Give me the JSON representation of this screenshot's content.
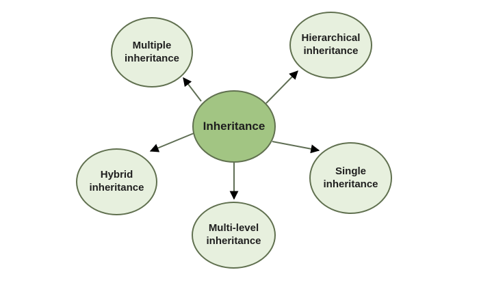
{
  "diagram": {
    "center": {
      "label": "Inheritance"
    },
    "nodes": [
      {
        "id": "multiple",
        "label": "Multiple inheritance"
      },
      {
        "id": "hierarchical",
        "label": "Hierarchical inheritance"
      },
      {
        "id": "hybrid",
        "label": "Hybrid inheritance"
      },
      {
        "id": "single",
        "label": "Single inheritance"
      },
      {
        "id": "multi-level",
        "label": "Multi-level inheritance"
      }
    ],
    "colors": {
      "background": "#ffffff",
      "center_fill": "#a2c583",
      "node_fill": "#e7f0de",
      "border": "#60704f",
      "arrow": "#5f6e54",
      "text": "#1e1e1e"
    }
  }
}
